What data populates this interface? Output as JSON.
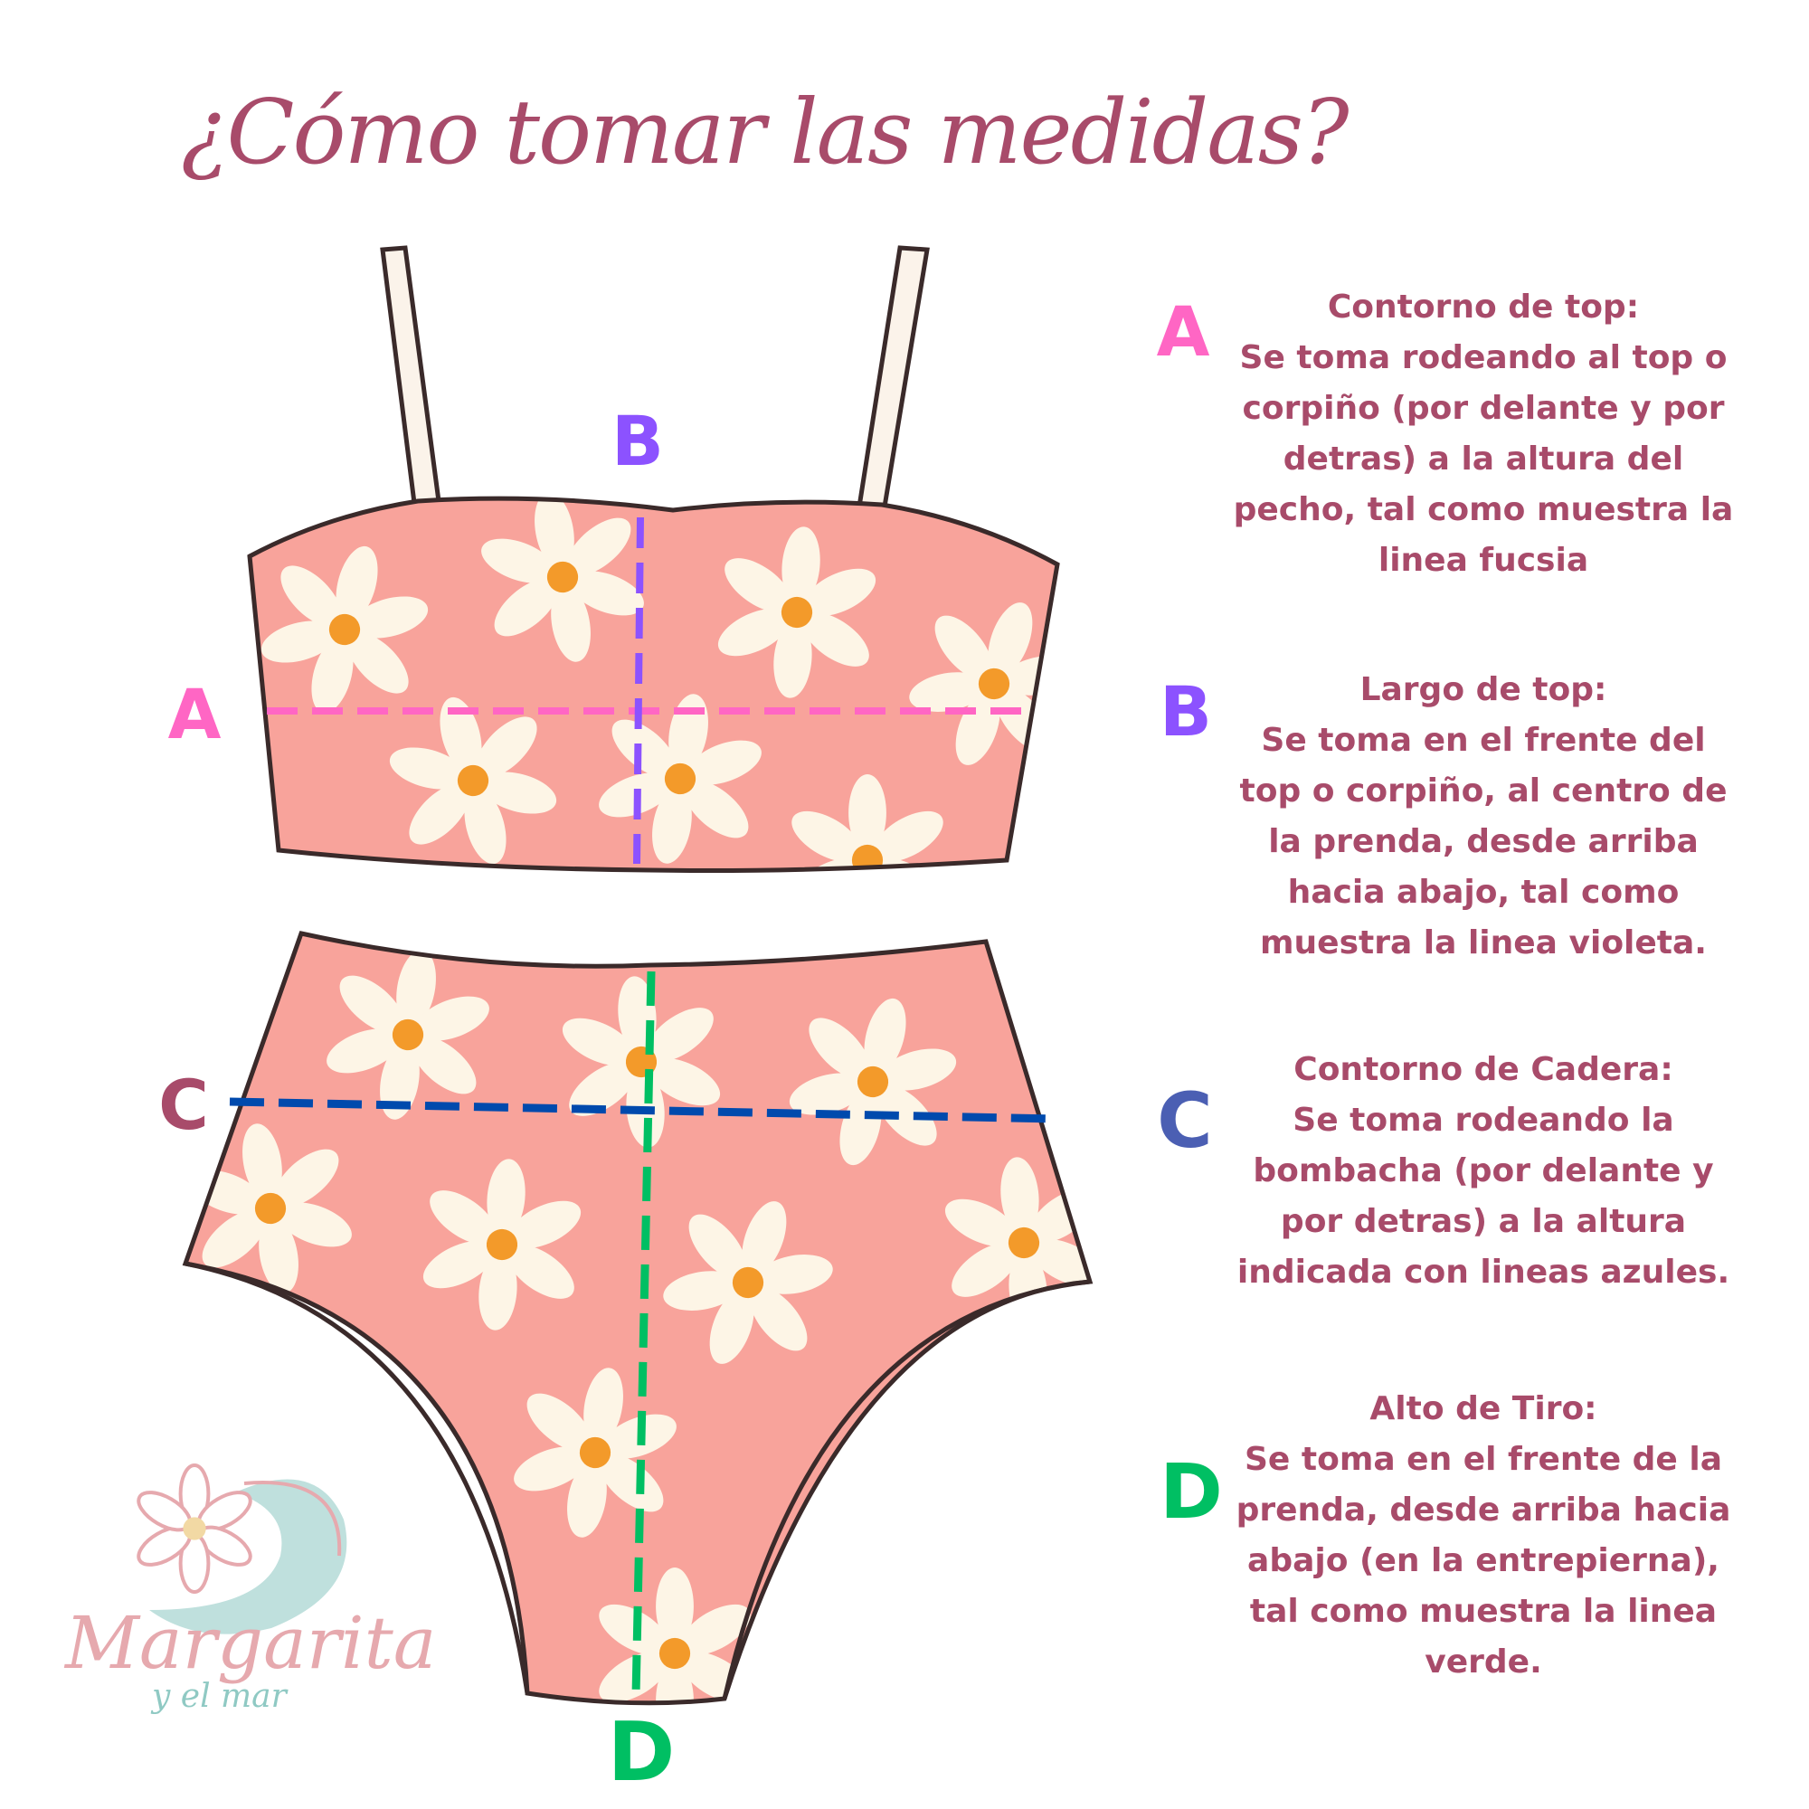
{
  "title": "¿Cómo tomar las medidas?",
  "diagram_labels": {
    "A": {
      "letter": "A",
      "color": "#ff66c4"
    },
    "B": {
      "letter": "B",
      "color": "#8c52ff"
    },
    "C": {
      "letter": "C",
      "color": "#a84b6a",
      "line_color": "#004aad"
    },
    "D": {
      "letter": "D",
      "color": "#00bf63"
    }
  },
  "legend_letters": {
    "A": {
      "letter": "A",
      "color": "#ff66c4"
    },
    "B": {
      "letter": "B",
      "color": "#8c52ff"
    },
    "C": {
      "letter": "C",
      "color": "#4b5fb3"
    },
    "D": {
      "letter": "D",
      "color": "#00bf63"
    }
  },
  "descriptions": [
    {
      "heading": "Contorno de top:",
      "lines": [
        "Se toma rodeando al top o",
        "corpiño (por delante y por",
        "detras) a la altura del",
        "pecho, tal como muestra la",
        "linea fucsia"
      ]
    },
    {
      "heading": "Largo de top:",
      "lines": [
        "Se toma en el frente del",
        "top o corpiño, al centro de",
        "la prenda, desde arriba",
        "hacia abajo, tal como",
        "muestra la linea violeta."
      ]
    },
    {
      "heading": "Contorno de Cadera:",
      "lines": [
        "Se toma rodeando la",
        "bombacha (por delante y",
        "por detras) a la altura",
        "indicada con lineas azules."
      ]
    },
    {
      "heading": "Alto de Tiro:",
      "lines": [
        "Se toma en el frente de la",
        "prenda, desde arriba hacia",
        "abajo (en la entrepierna),",
        "tal como muestra la linea",
        "verde."
      ]
    }
  ],
  "logo": {
    "name": "Margarita",
    "tagline": "y el mar"
  },
  "colors": {
    "text": "#a84b6a",
    "fabric": "#f8a39b",
    "petal": "#fdf5e6",
    "center": "#f39a2a",
    "outline": "#3a2a2a",
    "strap": "#fbf3ea"
  }
}
